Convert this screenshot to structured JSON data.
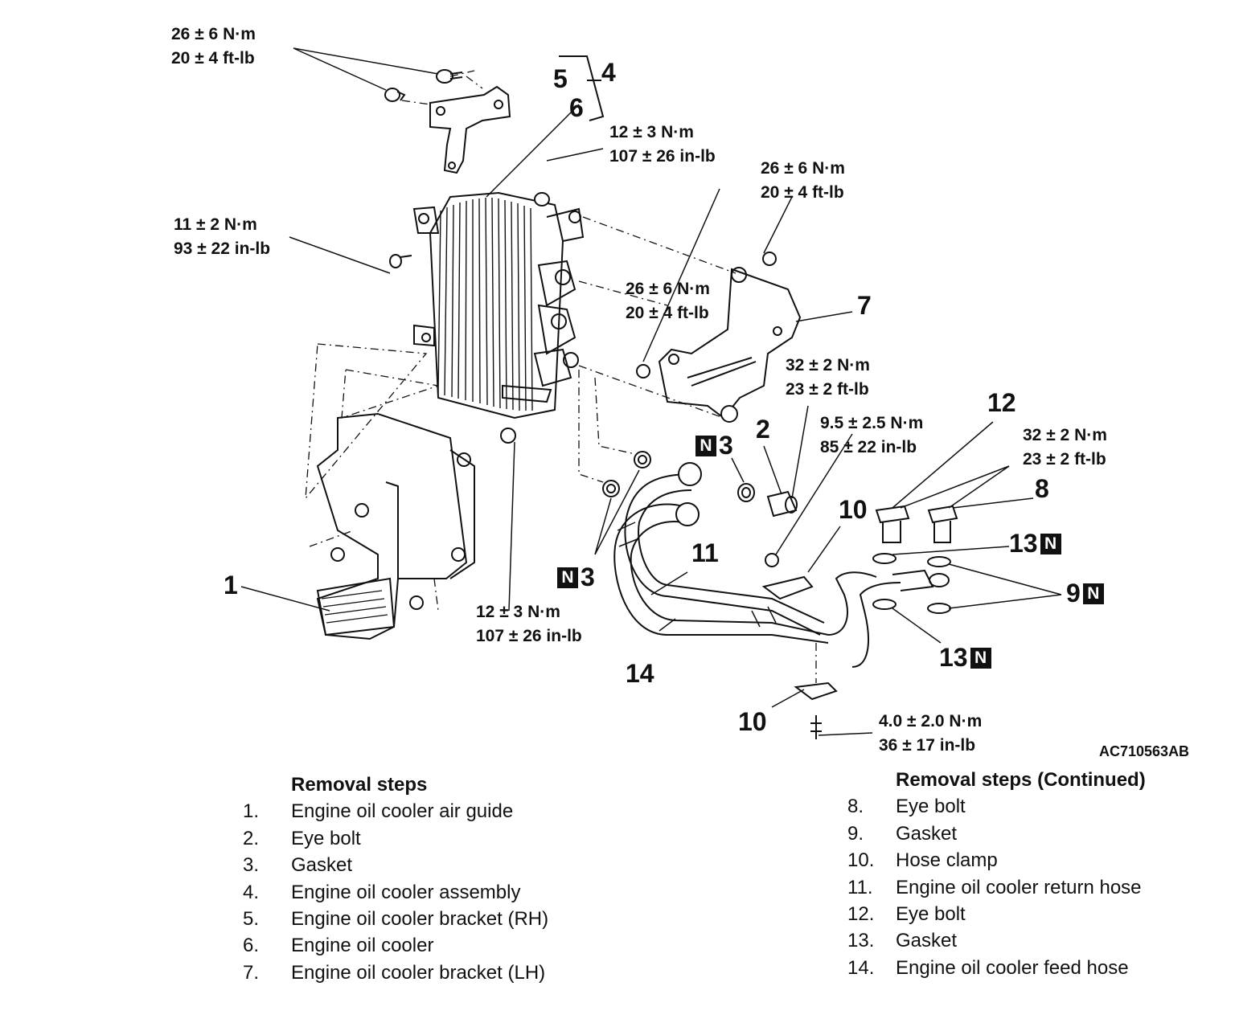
{
  "figure_code": "AC710563AB",
  "callouts": {
    "c1": "1",
    "c2": "2",
    "c3a": "3",
    "c3b": "3",
    "c4": "4",
    "c5": "5",
    "c6": "6",
    "c7": "7",
    "c8": "8",
    "c9": "9",
    "c10a": "10",
    "c10b": "10",
    "c11": "11",
    "c12": "12",
    "c13a": "13",
    "c13b": "13",
    "c14": "14"
  },
  "badge": "N",
  "torques": {
    "t1": [
      "26 ± 6 N·m",
      "20 ± 4 ft-lb"
    ],
    "t2": [
      "12 ± 3 N·m",
      "107 ± 26 in-lb"
    ],
    "t3": [
      "26 ± 6 N·m",
      "20 ± 4 ft-lb"
    ],
    "t4": [
      "11 ± 2 N·m",
      "93 ± 22 in-lb"
    ],
    "t5": [
      "26 ± 6 N·m",
      "20 ± 4 ft-lb"
    ],
    "t6": [
      "32 ± 2 N·m",
      "23 ± 2 ft-lb"
    ],
    "t7": [
      "9.5 ± 2.5 N·m",
      "85 ± 22 in-lb"
    ],
    "t8": [
      "32 ± 2 N·m",
      "23 ± 2 ft-lb"
    ],
    "t9": [
      "12 ± 3 N·m",
      "107 ± 26 in-lb"
    ],
    "t10": [
      "4.0 ± 2.0 N·m",
      "36 ± 17 in-lb"
    ]
  },
  "steps_left": {
    "title": "Removal steps",
    "items": [
      {
        "num": "1.",
        "text": "Engine oil cooler air guide"
      },
      {
        "num": "2.",
        "text": "Eye bolt"
      },
      {
        "num": "3.",
        "text": "Gasket"
      },
      {
        "num": "4.",
        "text": "Engine oil cooler assembly"
      },
      {
        "num": "5.",
        "text": "Engine oil cooler bracket (RH)"
      },
      {
        "num": "6.",
        "text": "Engine oil cooler"
      },
      {
        "num": "7.",
        "text": "Engine oil cooler bracket (LH)"
      }
    ]
  },
  "steps_right": {
    "title": "Removal steps (Continued)",
    "items": [
      {
        "num": "8.",
        "text": "Eye bolt"
      },
      {
        "num": "9.",
        "text": "Gasket"
      },
      {
        "num": "10.",
        "text": "Hose clamp"
      },
      {
        "num": "11.",
        "text": "Engine oil cooler return hose"
      },
      {
        "num": "12.",
        "text": "Eye bolt"
      },
      {
        "num": "13.",
        "text": "Gasket"
      },
      {
        "num": "14.",
        "text": "Engine oil cooler feed hose"
      }
    ]
  }
}
